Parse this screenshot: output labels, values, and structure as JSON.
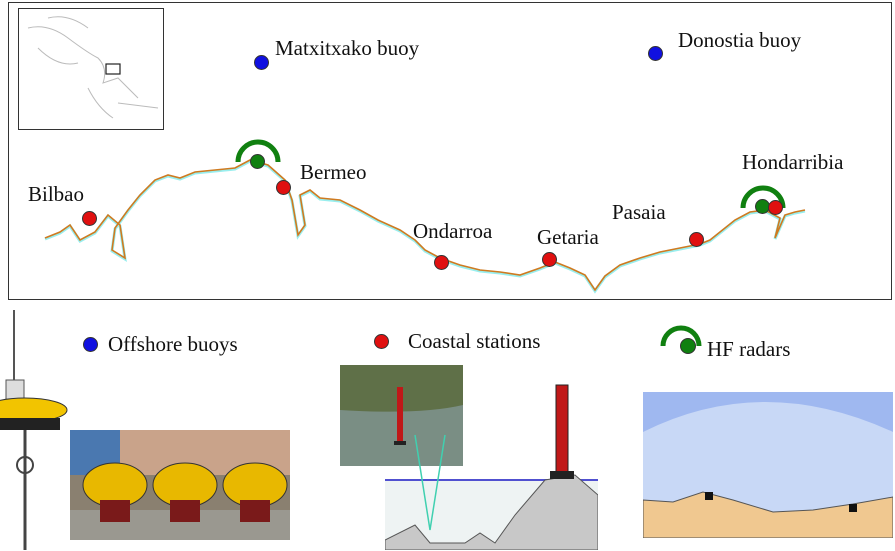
{
  "map": {
    "buoys": [
      {
        "name": "Matxitxako buoy"
      },
      {
        "name": "Donostia buoy"
      }
    ],
    "stations": [
      {
        "name": "Bilbao"
      },
      {
        "name": "Bermeo"
      },
      {
        "name": "Ondarroa"
      },
      {
        "name": "Getaria"
      },
      {
        "name": "Pasaia"
      },
      {
        "name": "Hondarribia"
      }
    ]
  },
  "legend": {
    "offshore": "Offshore buoys",
    "coastal": "Coastal stations",
    "hf": "HF radars"
  },
  "colors": {
    "buoy": "#1010e0",
    "station": "#e01010",
    "radar": "#108010",
    "coast": "#d07a20"
  }
}
